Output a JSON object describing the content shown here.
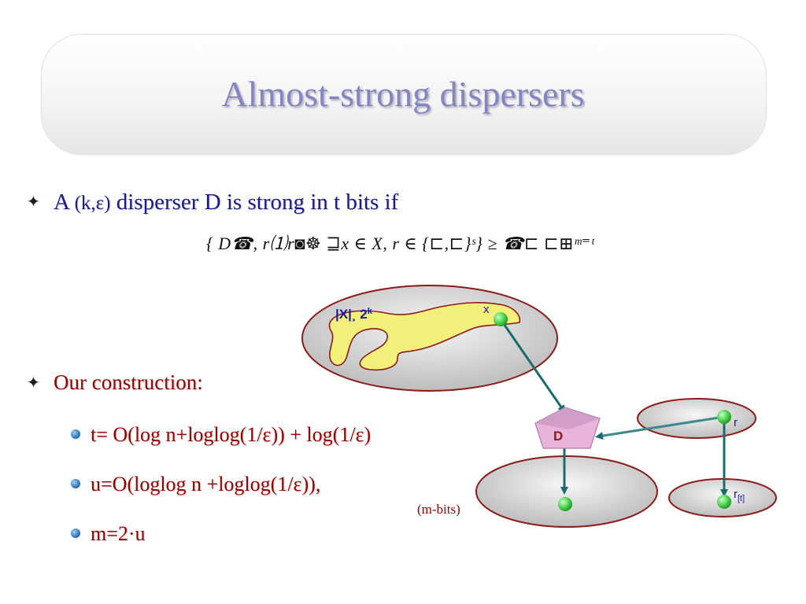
{
  "title": "Almost-strong dispersers",
  "bullets": {
    "first": {
      "prefix": "A",
      "params": "(k,ε)",
      "rest": "disperser D is strong in t bits if"
    },
    "formula": "{ D☎, r⑴r◙☸ ⊒x ∈ X,  r ∈ {⊏,⊏}ˢ} ≥ ☎⊏ ⊏⊞ᵐ⁼ᵗ",
    "second": "Our construction:",
    "subitems": [
      "t= O(log n+loglog(1/ε)) + log(1/ε)",
      "u=O(loglog n +loglog(1/ε)),",
      "m=2·u"
    ]
  },
  "diagram": {
    "x_set_label": "|X|¸ 2",
    "x_set_exp": "k",
    "x_label": "x",
    "d_label": "D",
    "r_label": "r",
    "rt_label": "r",
    "rt_sub": "[t]",
    "m_bits_label": "(m-bits)",
    "colors": {
      "ellipse_stroke": "#8b1a1a",
      "arrow": "#1a6b6b",
      "node_green": "#5ee65e",
      "blob_fill": "#f2f07a",
      "pentagon": "#e8b4dc"
    }
  }
}
